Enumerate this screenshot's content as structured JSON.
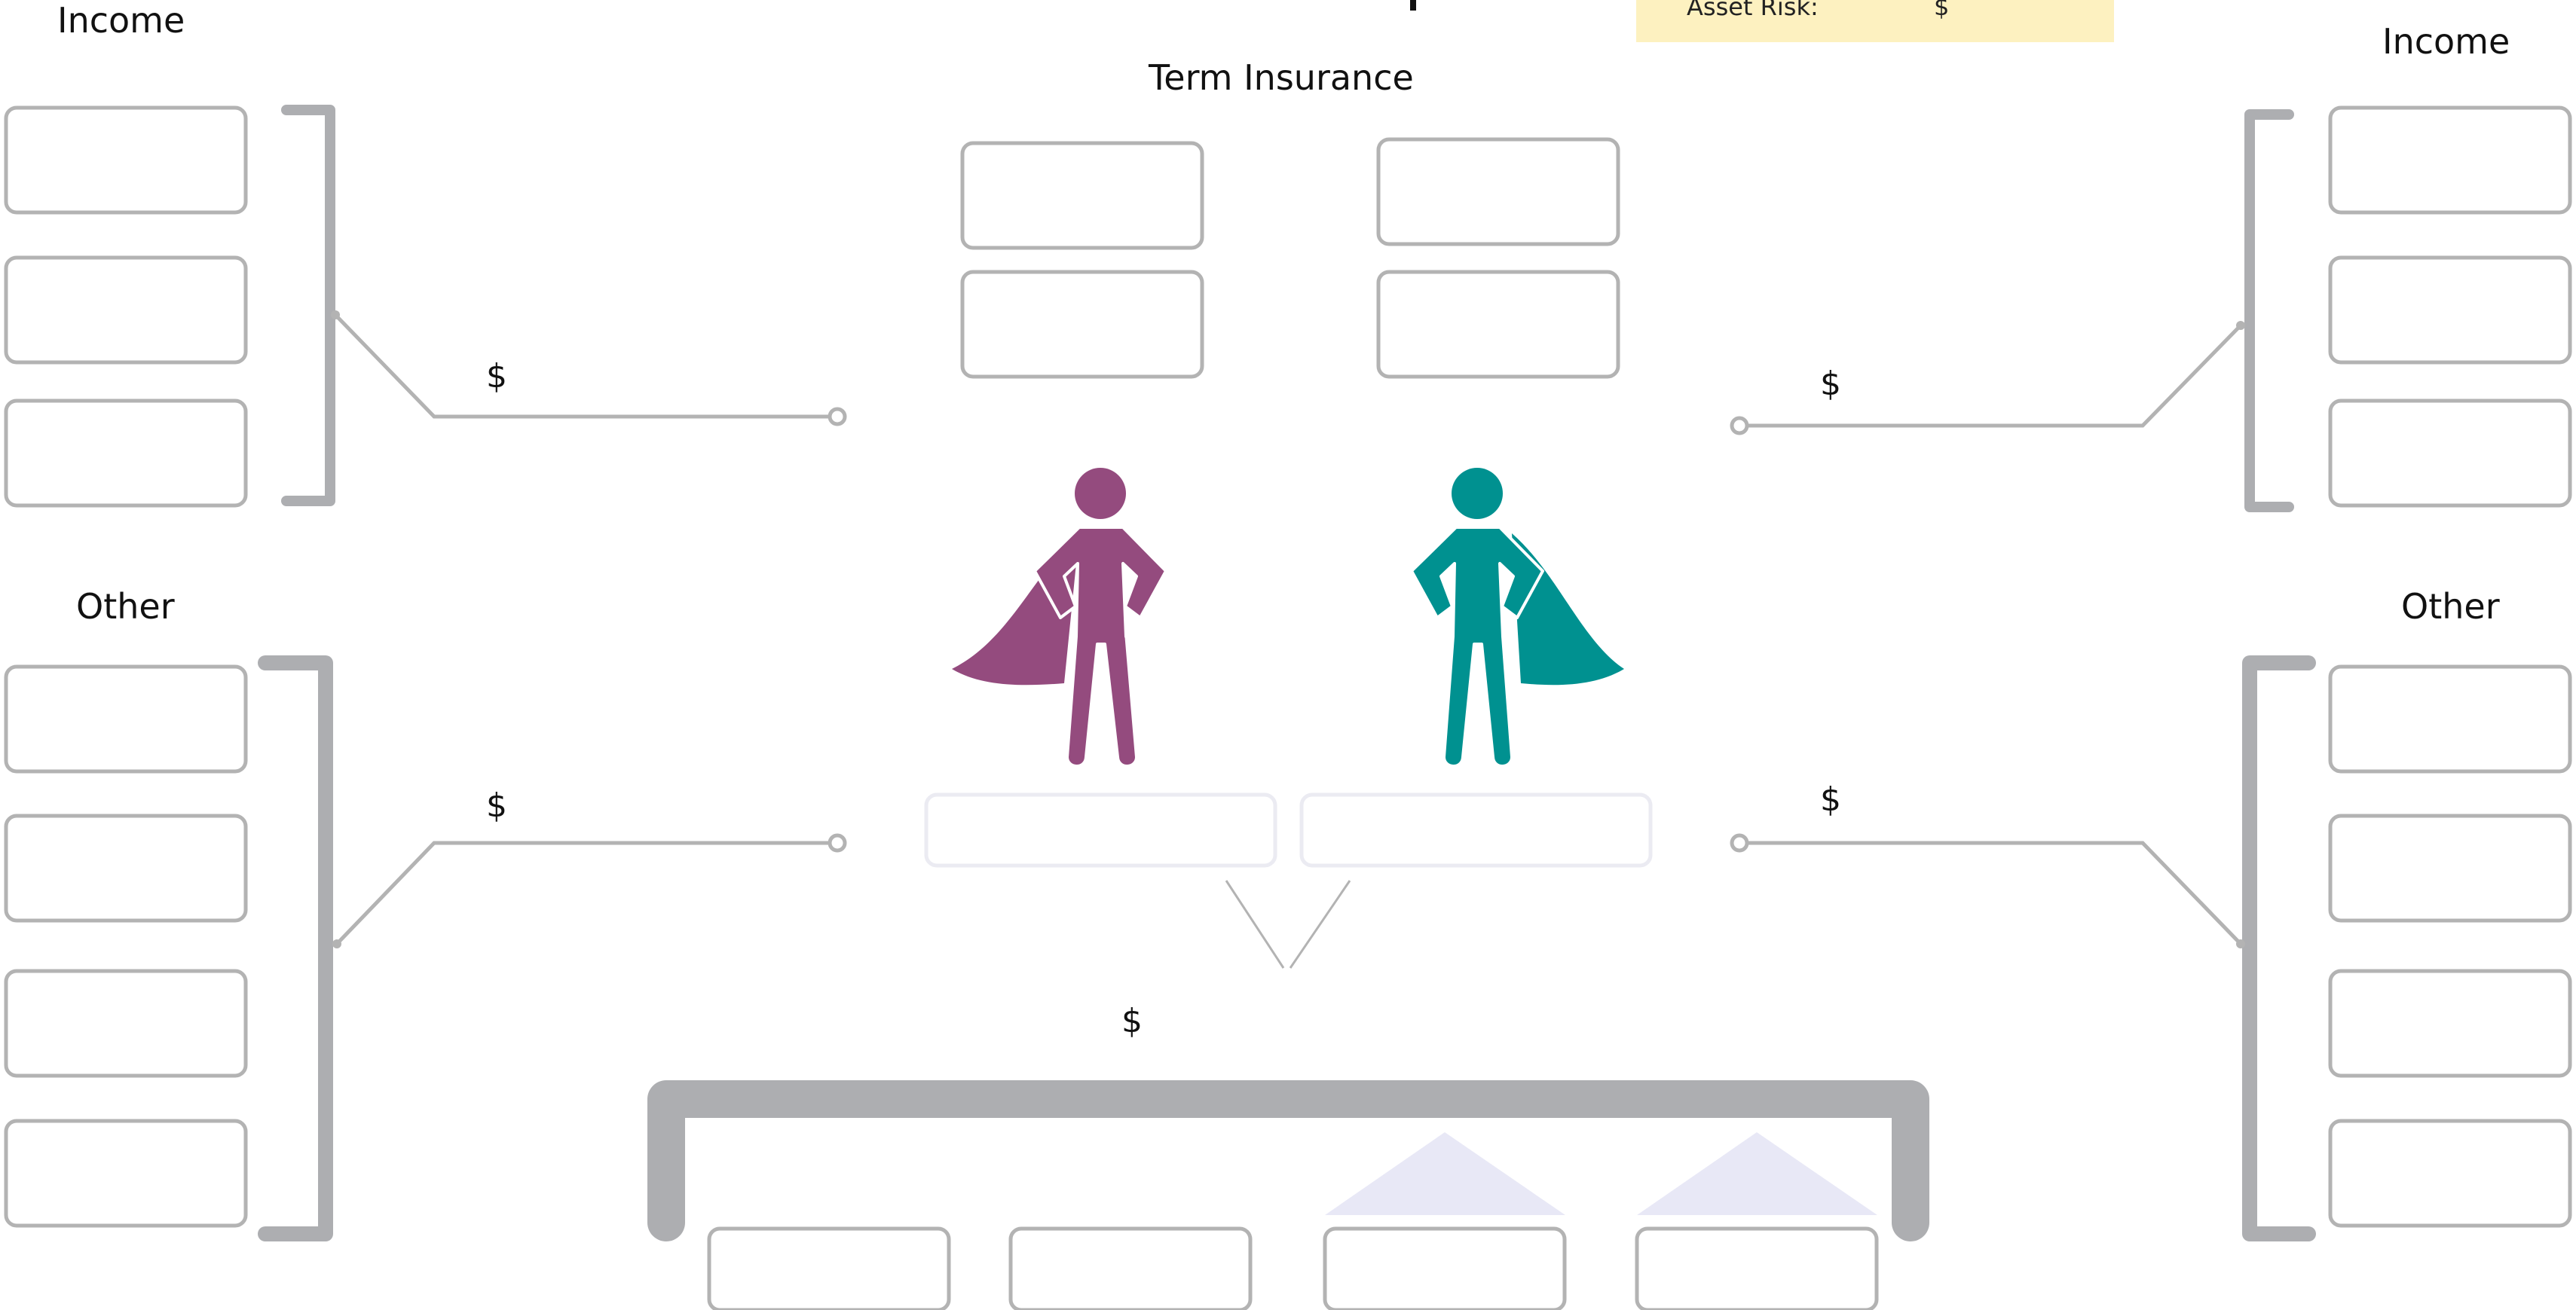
{
  "labels": {
    "income_left": "Income",
    "income_right": "Income",
    "other_left": "Other",
    "other_right": "Other",
    "term_insurance": "Term Insurance"
  },
  "amounts": {
    "income_left": "$",
    "income_right": "$",
    "other_left": "$",
    "other_right": "$",
    "shared": "$"
  },
  "asset_risk": {
    "label": "Asset Risk:",
    "value": "$"
  },
  "figures": {
    "left_person": {
      "icon": "superhero-icon",
      "color": "#944b7e"
    },
    "right_person": {
      "icon": "superhero-icon",
      "color": "#009190"
    }
  },
  "colors": {
    "bracket": "#adaeb1",
    "box_border": "#b3b3b3",
    "connector": "#b3b3b3",
    "highlight": "#fdf1c0",
    "roof": "#e8e8f6"
  }
}
